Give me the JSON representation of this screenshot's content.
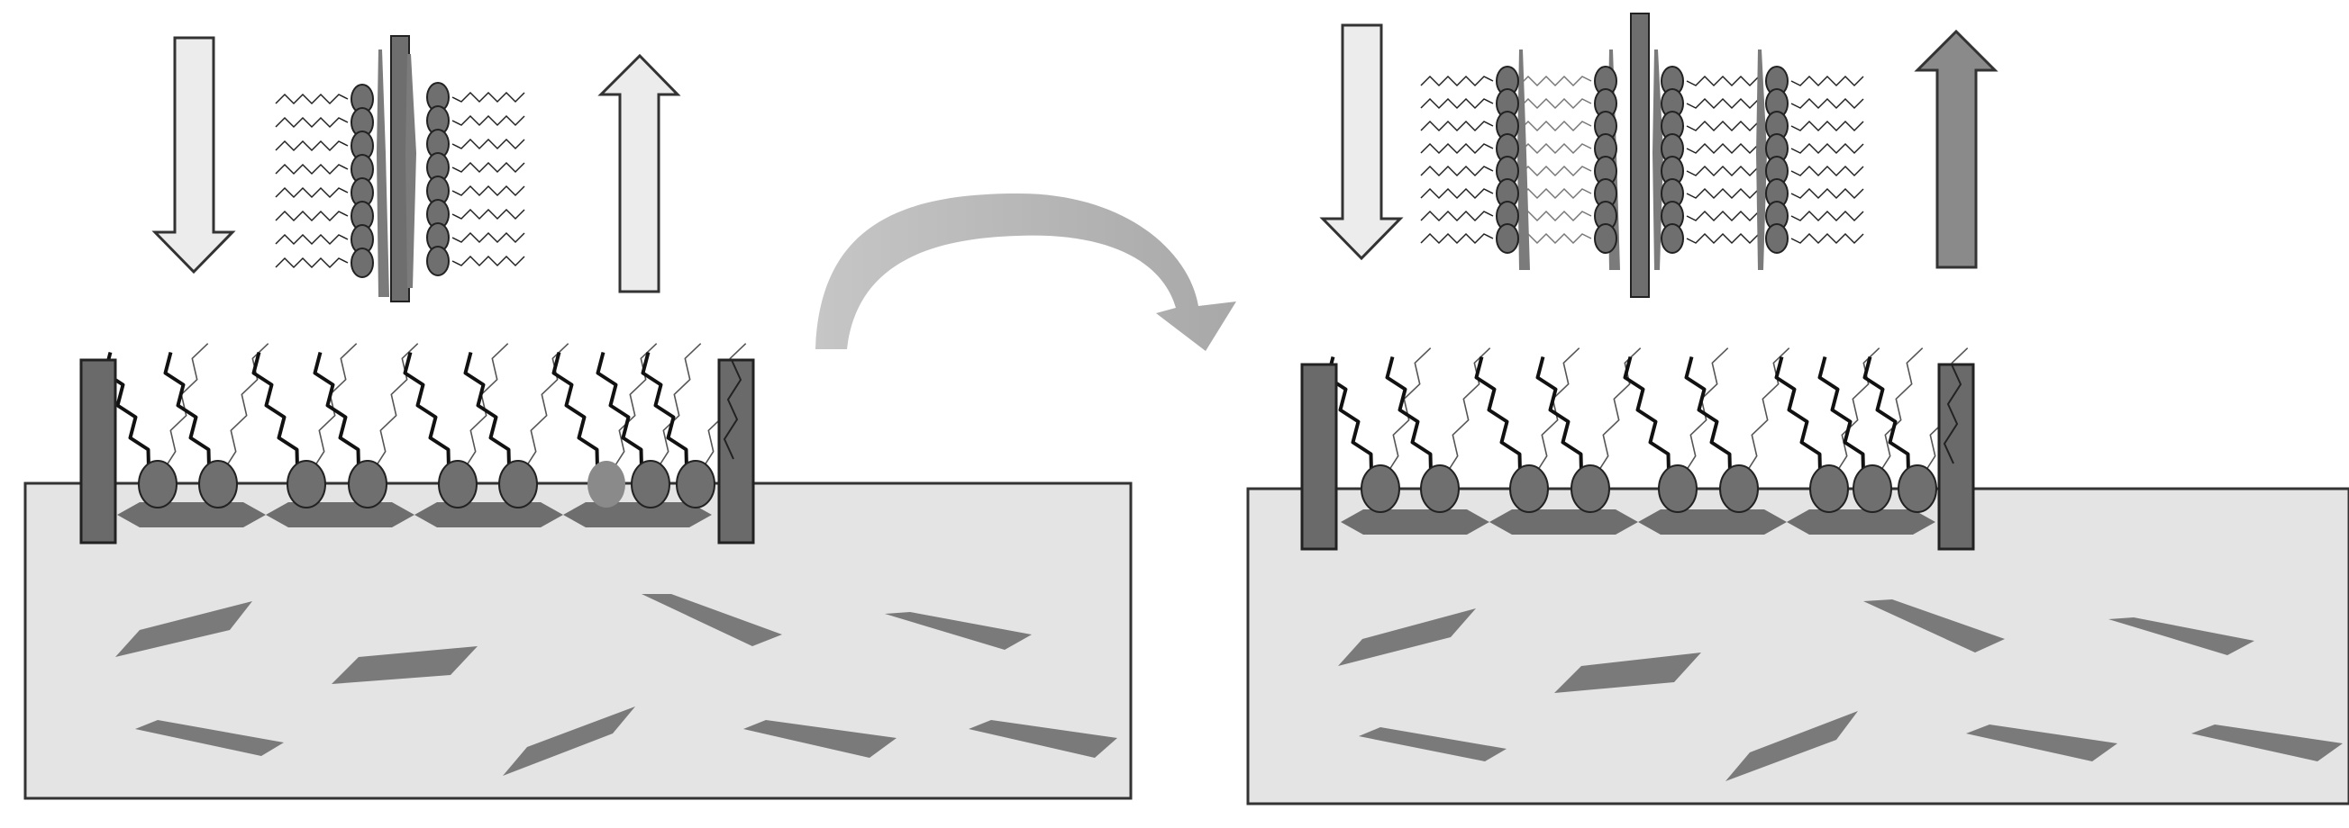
{
  "diagram": {
    "description_text": "",
    "panels": [
      {
        "id": "before",
        "in_arrow_shade": "light",
        "out_arrow_shade": "light",
        "headgroup_count": 9,
        "highlighted_headgroup_index": 6
      },
      {
        "id": "after",
        "in_arrow_shade": "light",
        "out_arrow_shade": "dark",
        "headgroup_count": 9
      }
    ],
    "transition_arrow": {
      "direction": "left-to-right",
      "shape": "curved"
    }
  },
  "colors": {
    "substrate_fill": "#e4e4e4",
    "substrate_stroke": "#333333",
    "particle": "#7a7a7a",
    "headgroup": "#6f6f6f",
    "headgroup_highlight": "#8a8a8a",
    "wall": "#6a6a6a",
    "light_arrow": "#ececec",
    "dark_arrow": "#8a8a8a",
    "curved_arrow": "#b8b8b8",
    "tail_dark": "#111111",
    "tail_light": "#555555",
    "bilayer_bar": "#6e6e6e"
  },
  "icons": {
    "down_arrow": "arrow-down-icon",
    "up_arrow": "arrow-up-icon",
    "curved_arrow": "curved-arrow-icon"
  }
}
